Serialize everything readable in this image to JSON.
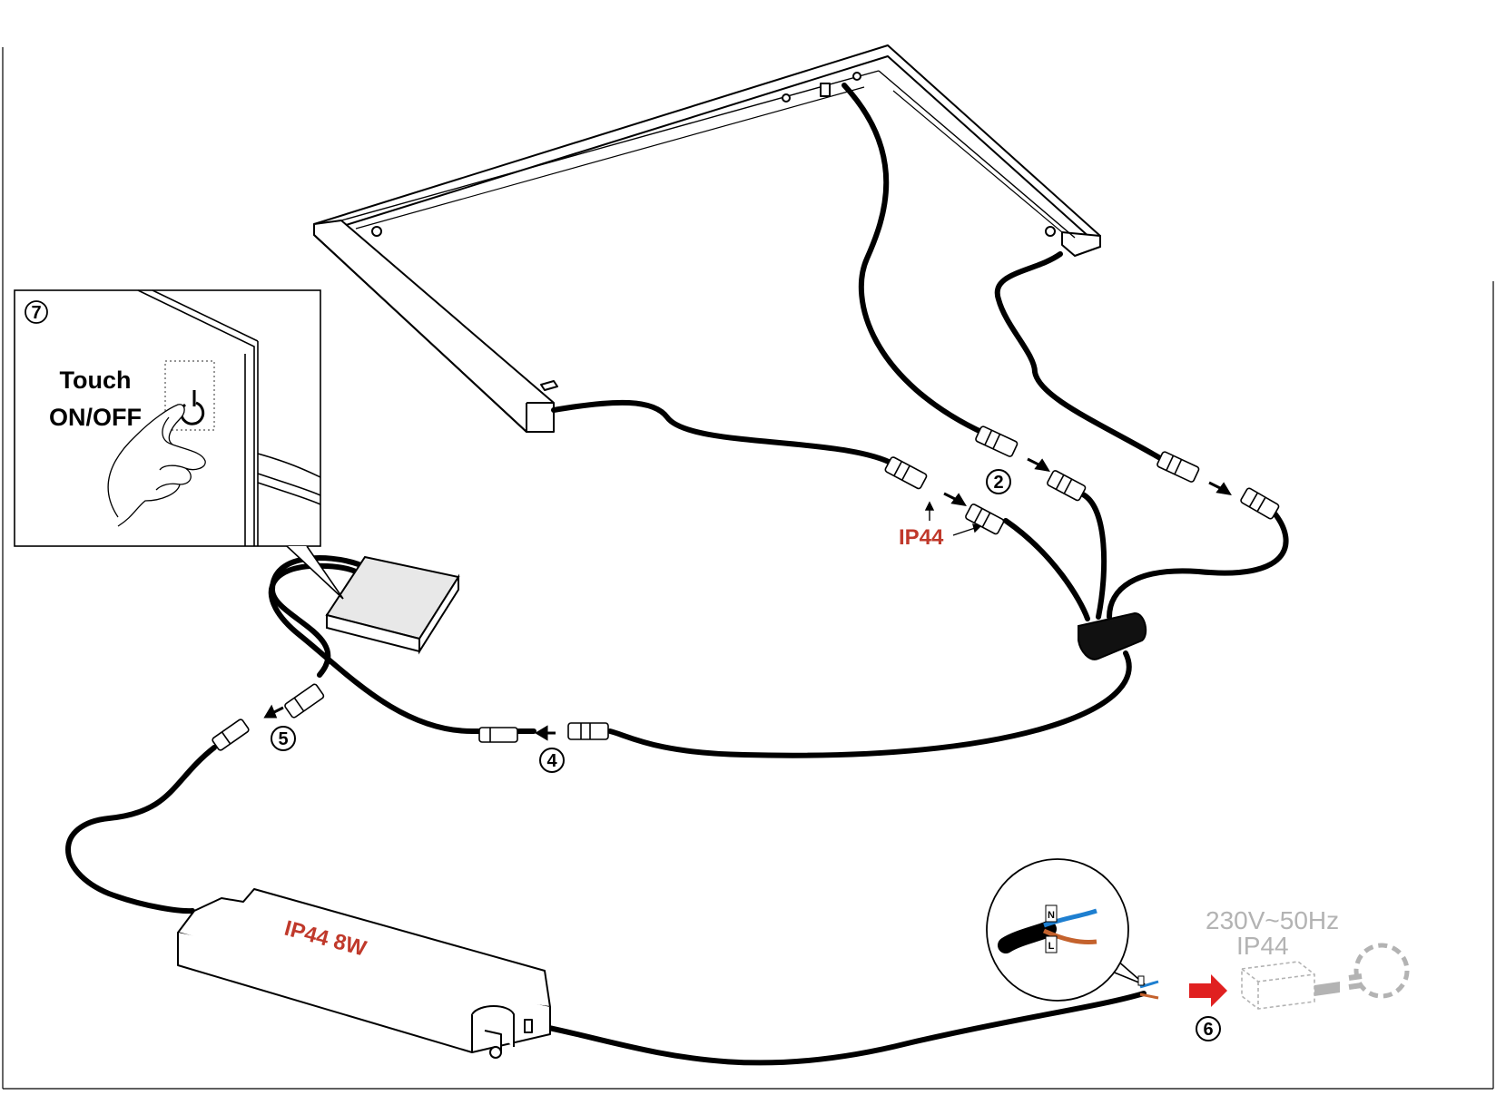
{
  "colors": {
    "ink": "#000000",
    "label_red": "#c0392b",
    "arrow_red": "#e02020",
    "mains_gray": "#b3b3b3",
    "wire_blue": "#1e7fd0",
    "wire_brown": "#c4622d",
    "panel_fill": "#e8e8e8"
  },
  "labels": {
    "touch_line1": "Touch",
    "touch_line2": "ON/OFF",
    "ip44": "IP44",
    "driver": "IP44 8W",
    "mains_line1": "230V~50Hz",
    "mains_line2": "IP44",
    "wire_neutral": "N",
    "wire_live": "L"
  },
  "steps": {
    "s2": "2",
    "s4": "4",
    "s5": "5",
    "s6": "6",
    "s7": "7"
  },
  "icons": [
    "power-icon",
    "hand-touch-icon",
    "plug-icon",
    "socket-icon",
    "arrow-icon"
  ]
}
